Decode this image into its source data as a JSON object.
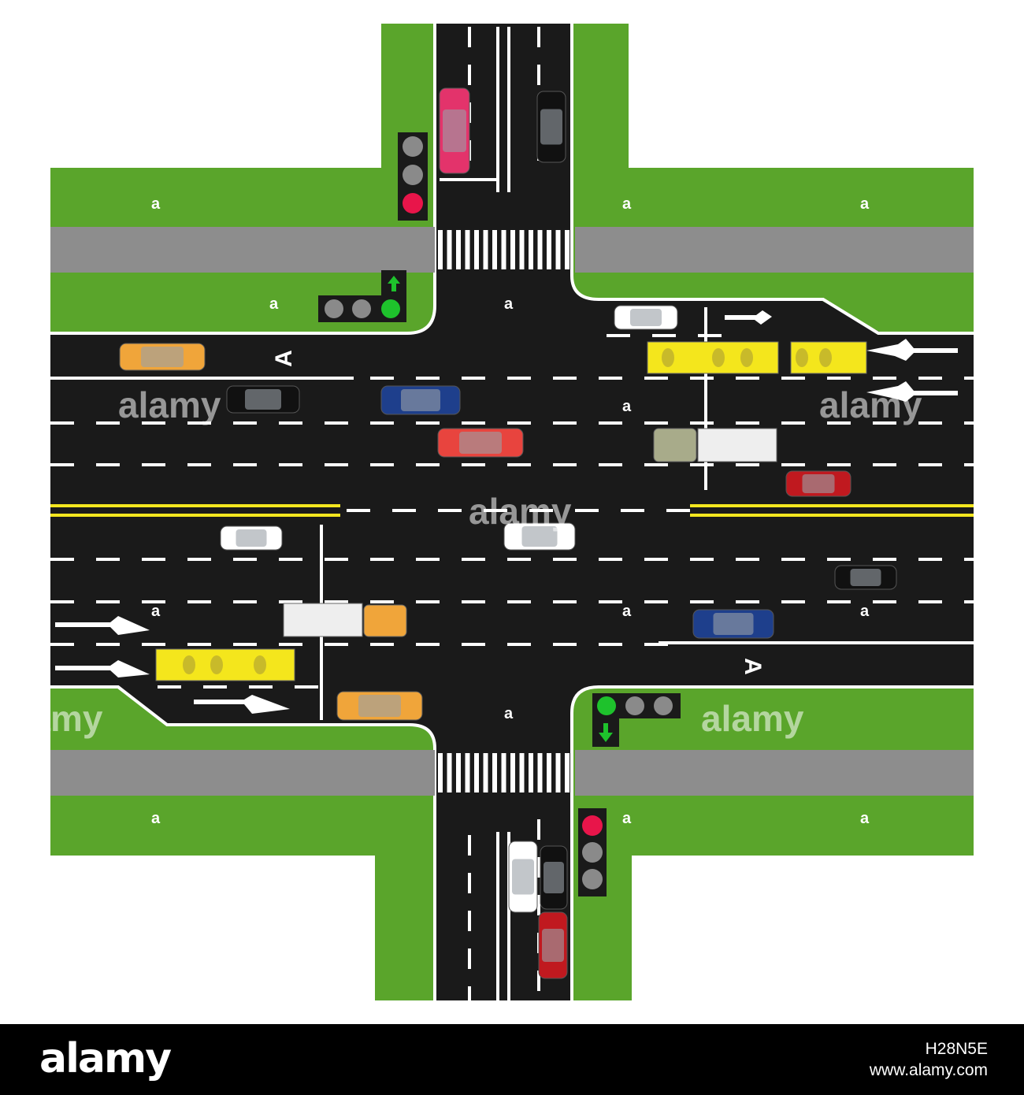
{
  "lane_letter": "A",
  "watermark": "alamy",
  "grass_letter": "a",
  "footer": {
    "logo": "alamy",
    "image_id": "H28N5E",
    "site": "www.alamy.com"
  },
  "colors": {
    "grass": "#5aa52b",
    "asphalt": "#1a1a1a",
    "sidewalk": "#8d8d8d",
    "marking_white": "#ffffff",
    "marking_yellow": "#f3e61f",
    "signal_red": "#e8154a",
    "signal_green": "#1ec22c",
    "signal_off": "#8a8a8a"
  },
  "traffic_lights": [
    {
      "name": "traffic-light-north",
      "state": "red"
    },
    {
      "name": "traffic-light-turn-straight-west",
      "state": "green-straight-arrow"
    },
    {
      "name": "traffic-light-turn-east",
      "state": "green-down-arrow"
    },
    {
      "name": "traffic-light-south",
      "state": "red"
    }
  ]
}
